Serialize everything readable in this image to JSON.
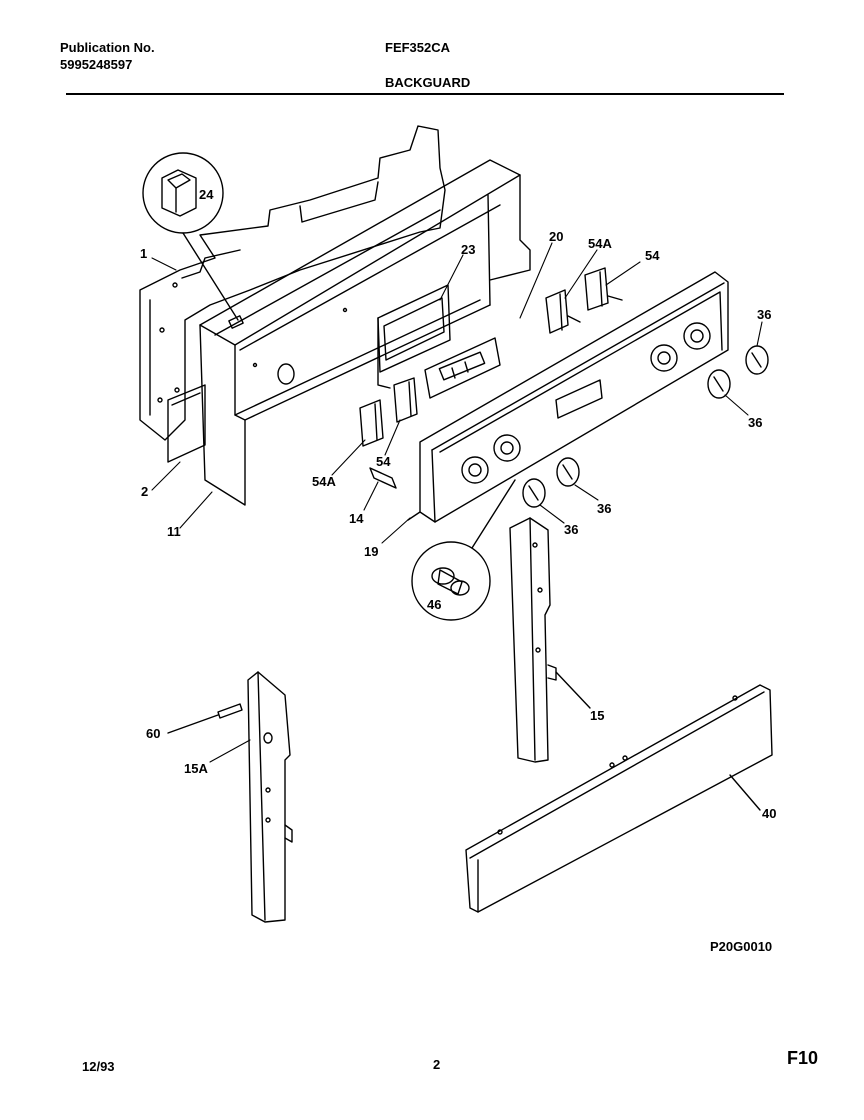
{
  "header": {
    "publication_label": "Publication No.",
    "publication_number": "5995248597",
    "model": "FEF352CA",
    "section": "BACKGUARD"
  },
  "footer": {
    "date": "12/93",
    "page": "2",
    "figure": "F10"
  },
  "drawing_code": "P20G0010",
  "callouts": {
    "c1": "1",
    "c2": "2",
    "c11": "11",
    "c24": "24",
    "c23": "23",
    "c20": "20",
    "c54a_top": "54A",
    "c54_top": "54",
    "c36_a": "36",
    "c36_b": "36",
    "c36_c": "36",
    "c36_d": "36",
    "c54a_low": "54A",
    "c54_low": "54",
    "c14": "14",
    "c19": "19",
    "c46": "46",
    "c15": "15",
    "c60": "60",
    "c15a": "15A",
    "c40": "40"
  }
}
